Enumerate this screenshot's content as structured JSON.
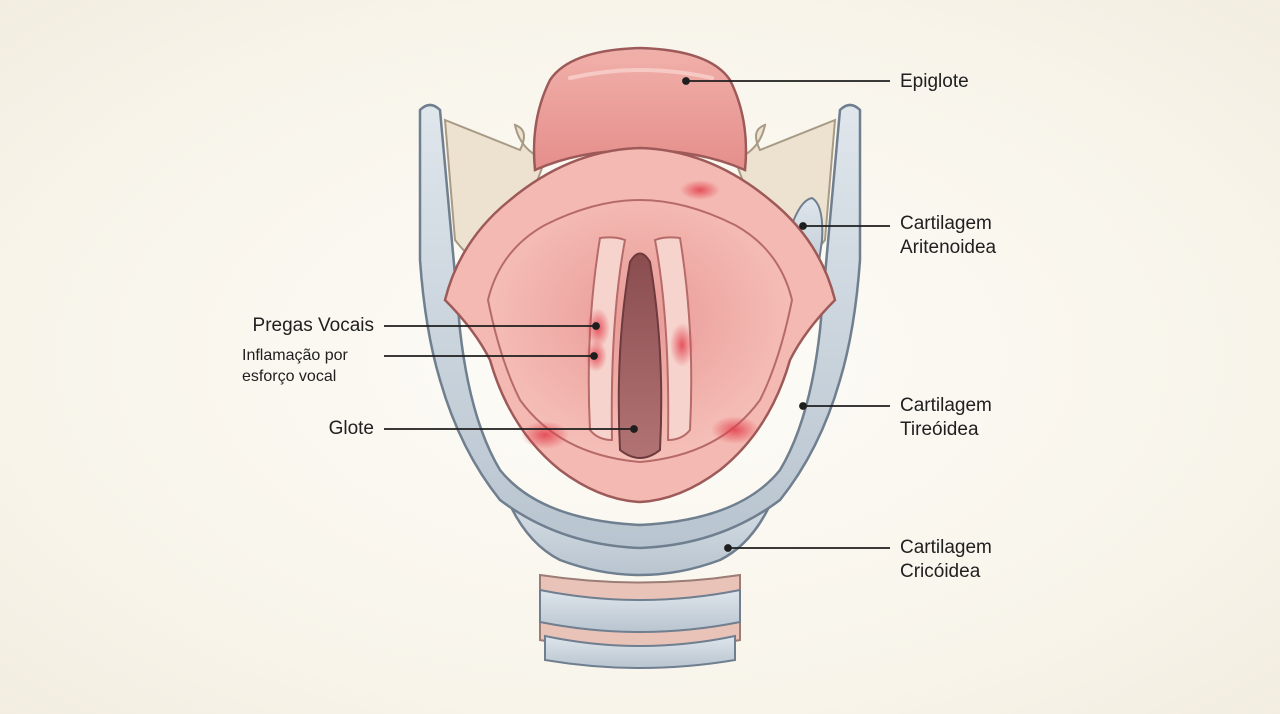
{
  "labels": {
    "epiglote": "Epiglote",
    "aritenoidea_1": "Cartilagem",
    "aritenoidea_2": "Aritenoidea",
    "pregas_vocais": "Pregas Vocais",
    "inflamacao_1": "Inflamação por",
    "inflamacao_2": "esforço vocal",
    "glote": "Glote",
    "tireoidea_1": "Cartilagem",
    "tireoidea_2": "Tireóidea",
    "cricoidea_1": "Cartilagem",
    "cricoidea_2": "Cricóidea"
  },
  "colors": {
    "cartilage": "#c9d3dc",
    "cartilage_outline": "#6f7f8f",
    "mucosa": "#eea8a4",
    "mucosa_dark": "#d9787a",
    "inflammation": "#e8515a",
    "epiglottis": "#eb9c98",
    "leader_line": "#1e1e1e"
  }
}
